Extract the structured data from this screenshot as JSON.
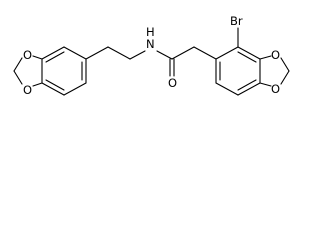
{
  "molecule": {
    "atoms": {
      "amide_nitrogen": "N",
      "amide_hydrogen": "H",
      "carbonyl_oxygen": "O",
      "bromine": "Br",
      "left_dioxole_oxygen_upper": "O",
      "left_dioxole_oxygen_lower": "O",
      "right_dioxole_oxygen_upper": "O",
      "right_dioxole_oxygen_lower": "O"
    }
  }
}
